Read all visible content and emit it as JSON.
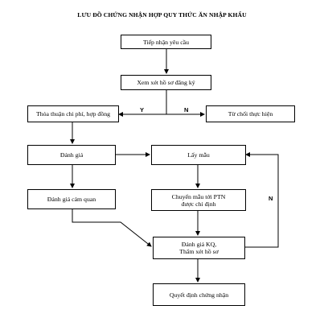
{
  "title": "LƯU ĐỒ CHỨNG NHẬN HỢP QUY THỨC ĂN NHẬP KHẨU",
  "nodes": {
    "receive": "Tiếp nhận yêu cầu",
    "review": "Xem xét hồ sơ đăng ký",
    "agree": "Thỏa thuận chi phí, hợp đồng",
    "refuse": "Từ chối thực hiện",
    "assess": "Đánh giá",
    "sample": "Lấy mẫu",
    "sensory": "Đánh giá cảm quan",
    "transfer_line1": "Chuyển mẫu tới PTN",
    "transfer_line2": "được chỉ định",
    "evaluate_line1": "Đánh giá KQ,",
    "evaluate_line2": "Thẩm xét hồ sơ",
    "decision": "Quyết định chứng nhận"
  },
  "edge_labels": {
    "yes": "Y",
    "no": "N",
    "loop_no": "N"
  }
}
